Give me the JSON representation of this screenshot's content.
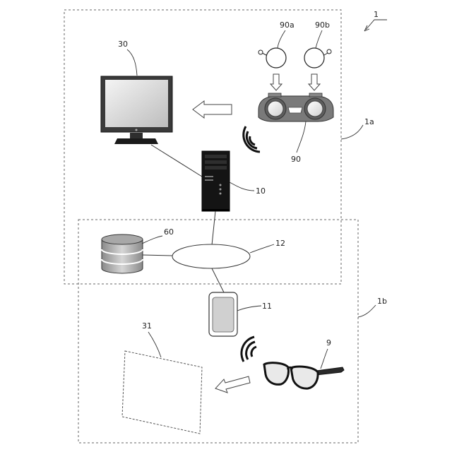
{
  "labels": {
    "system": "1",
    "first_area": "1a",
    "second_area": "1b",
    "monitor": "30",
    "lens_a": "90a",
    "lens_b": "90b",
    "trial_frame": "90",
    "computer": "10",
    "database": "60",
    "network": "12",
    "smartphone": "11",
    "screen": "31",
    "glasses": "9"
  }
}
